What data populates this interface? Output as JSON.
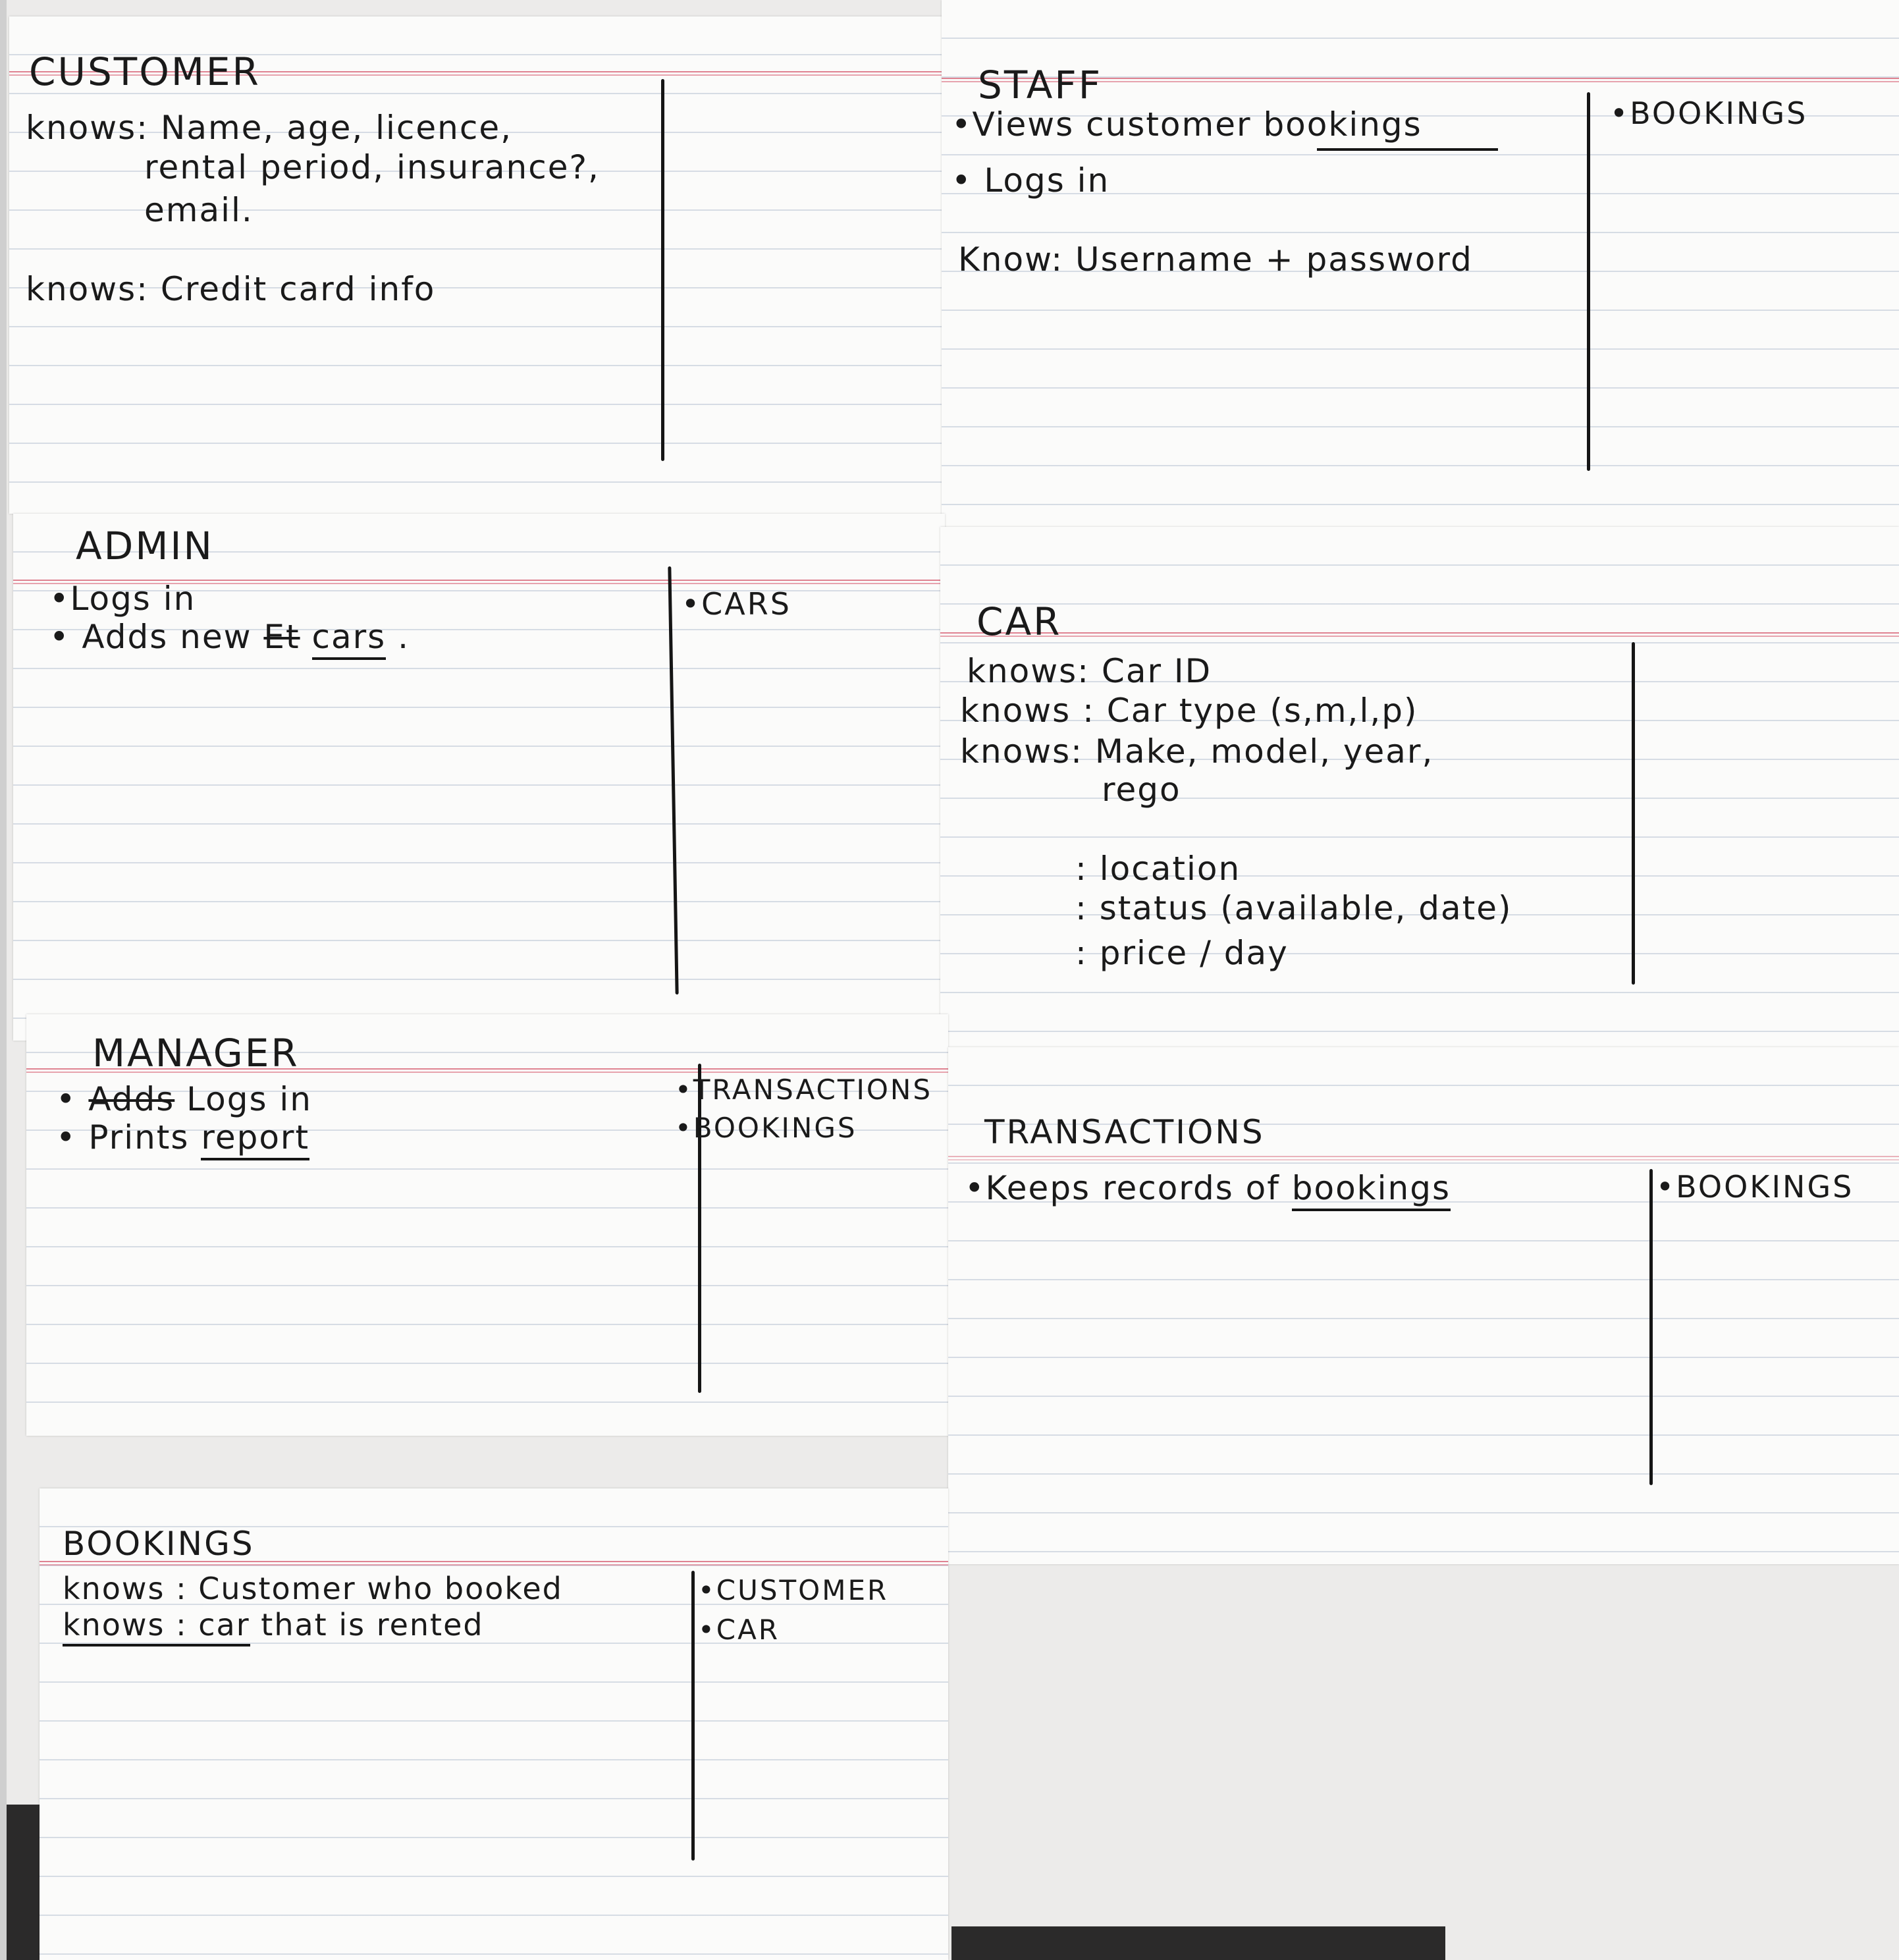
{
  "cards": {
    "customer": {
      "title": "CUSTOMER",
      "responsibilities": [
        "knows: Name, age, licence,",
        "rental period, insurance?,",
        "email.",
        "knows: Credit card info"
      ],
      "collaborators": []
    },
    "staff": {
      "title": "STAFF",
      "responsibilities": [
        "Views customer bookings",
        "Logs in",
        "Know: Username + password"
      ],
      "underlined": [
        "bookings"
      ],
      "collaborators": [
        "BOOKINGS"
      ]
    },
    "admin": {
      "title": "ADMIN",
      "responsibilities": [
        "Logs in",
        "Adds new",
        "cars",
        "."
      ],
      "struck": [
        "Et"
      ],
      "collaborators": [
        "CARS"
      ]
    },
    "car": {
      "title": "CAR",
      "responsibilities": [
        "knows: Car ID",
        "knows : Car type (s,m,l,p)",
        "knows: Make, model, year,",
        "rego",
        ": location",
        ": status (available, date)",
        ": price / day"
      ],
      "collaborators": []
    },
    "manager": {
      "title": "MANAGER",
      "responsibilities": [
        "Adds",
        "Logs in",
        "Prints",
        "report"
      ],
      "collaborators": [
        "TRANSACTIONS",
        "BOOKINGS"
      ]
    },
    "transactions": {
      "title": "TRANSACTIONS",
      "responsibilities": [
        "Keeps records of",
        "bookings"
      ],
      "collaborators": [
        "BOOKINGS"
      ]
    },
    "bookings": {
      "title": "BOOKINGS",
      "responsibilities": [
        "knows : Customer who booked",
        "knows : car",
        "that is rented"
      ],
      "collaborators": [
        "CUSTOMER",
        "CAR"
      ]
    }
  }
}
